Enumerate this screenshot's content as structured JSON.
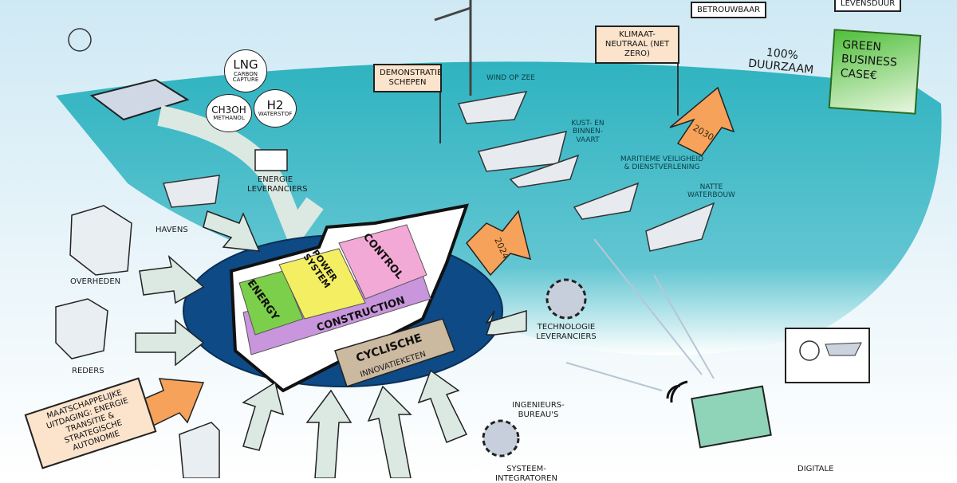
{
  "energy_sources": {
    "lng": {
      "symbol": "LNG",
      "caption": "Carbon capture"
    },
    "methanol": {
      "symbol": "CH3OH",
      "caption": "Methanol"
    },
    "hydrogen": {
      "symbol": "H2",
      "caption": "Waterstof"
    }
  },
  "signs": {
    "demonstratie": "Demonstratie schepen",
    "klimaat": "Klimaat-neutraal (net zero)",
    "maatschappelijk": "Maatschappelijke uitdaging: Energie transitie & strategische autonomie"
  },
  "bubbles": {
    "betrouwbaar": "Betrouwbaar",
    "levensduur": "Levensduur",
    "duurzaam": "100% duurzaam"
  },
  "book": {
    "title": "Green Business Case€"
  },
  "sea_labels": {
    "wind": "Wind op zee",
    "kust": "Kust- en binnen-vaart",
    "maritiem": "Maritieme veiligheid & dienstverlening",
    "natte": "Natte waterbouw"
  },
  "years": {
    "a": "2030",
    "b": "2024"
  },
  "stakeholders": {
    "energie": "Energie leveranciers",
    "havens": "Havens",
    "overheden": "Overheden",
    "reders": "Reders",
    "technologie": "Technologie leveranciers",
    "ingenieurs": "Ingenieurs-bureau's",
    "systeem": "Systeem-integratoren",
    "digitale": "Digitale"
  },
  "ship_blocks": {
    "energy": "Energy",
    "power": "Power system",
    "control": "Control",
    "construction": "Construction"
  },
  "cycle": {
    "title": "Cyclische",
    "subtitle": "innovatieketen"
  },
  "colors": {
    "sea": "#3bb8c3",
    "disc": "#0d4a86",
    "energy": "#7ccf4a",
    "power": "#f4ee62",
    "control": "#f3a9d6",
    "construction": "#c995dc",
    "arrow_orange": "#f6a25a",
    "arrow_pale": "#dbe9e2"
  }
}
